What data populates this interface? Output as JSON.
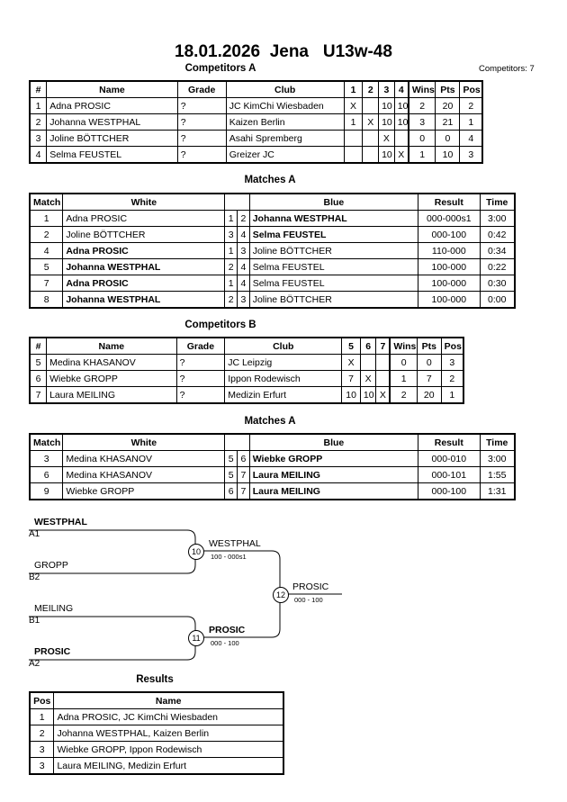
{
  "header": {
    "date": "18.01.2026",
    "city": "Jena",
    "category": "U13w-48",
    "competitors_count": "Competitors: 7"
  },
  "competitors_a": {
    "title": "Competitors A",
    "columns": [
      "#",
      "Name",
      "Grade",
      "Club",
      "1",
      "2",
      "3",
      "4",
      "Wins",
      "Pts",
      "Pos"
    ],
    "rows": [
      [
        "1",
        "Adna PROSIC",
        "?",
        "JC KimChi Wiesbaden",
        "X",
        "",
        "10",
        "10",
        "2",
        "20",
        "2"
      ],
      [
        "2",
        "Johanna WESTPHAL",
        "?",
        "Kaizen Berlin",
        "1",
        "X",
        "10",
        "10",
        "3",
        "21",
        "1"
      ],
      [
        "3",
        "Joline BÖTTCHER",
        "?",
        "Asahi Spremberg",
        "",
        "",
        "X",
        "",
        "0",
        "0",
        "4"
      ],
      [
        "4",
        "Selma FEUSTEL",
        "?",
        "Greizer JC",
        "",
        "",
        "10",
        "X",
        "1",
        "10",
        "3"
      ]
    ]
  },
  "matches_a": {
    "title": "Matches A",
    "columns": [
      "Match",
      "White",
      "",
      "",
      "Blue",
      "Result",
      "Time"
    ],
    "rows": [
      {
        "match": "1",
        "white": "Adna PROSIC",
        "wb": false,
        "w": "1",
        "b": "2",
        "blue": "Johanna WESTPHAL",
        "bb": true,
        "result": "000-000s1",
        "time": "3:00"
      },
      {
        "match": "2",
        "white": "Joline BÖTTCHER",
        "wb": false,
        "w": "3",
        "b": "4",
        "blue": "Selma FEUSTEL",
        "bb": true,
        "result": "000-100",
        "time": "0:42"
      },
      {
        "match": "4",
        "white": "Adna PROSIC",
        "wb": true,
        "w": "1",
        "b": "3",
        "blue": "Joline BÖTTCHER",
        "bb": false,
        "result": "110-000",
        "time": "0:34"
      },
      {
        "match": "5",
        "white": "Johanna WESTPHAL",
        "wb": true,
        "w": "2",
        "b": "4",
        "blue": "Selma FEUSTEL",
        "bb": false,
        "result": "100-000",
        "time": "0:22"
      },
      {
        "match": "7",
        "white": "Adna PROSIC",
        "wb": true,
        "w": "1",
        "b": "4",
        "blue": "Selma FEUSTEL",
        "bb": false,
        "result": "100-000",
        "time": "0:30"
      },
      {
        "match": "8",
        "white": "Johanna WESTPHAL",
        "wb": true,
        "w": "2",
        "b": "3",
        "blue": "Joline BÖTTCHER",
        "bb": false,
        "result": "100-000",
        "time": "0:00"
      }
    ]
  },
  "competitors_b": {
    "title": "Competitors B",
    "columns": [
      "#",
      "Name",
      "Grade",
      "Club",
      "5",
      "6",
      "7",
      "Wins",
      "Pts",
      "Pos"
    ],
    "rows": [
      [
        "5",
        "Medina KHASANOV",
        "?",
        "JC Leipzig",
        "X",
        "",
        "",
        "0",
        "0",
        "3"
      ],
      [
        "6",
        "Wiebke GROPP",
        "?",
        "Ippon Rodewisch",
        "7",
        "X",
        "",
        "1",
        "7",
        "2"
      ],
      [
        "7",
        "Laura MEILING",
        "?",
        "Medizin Erfurt",
        "10",
        "10",
        "X",
        "2",
        "20",
        "1"
      ]
    ]
  },
  "matches_b": {
    "title": "Matches A",
    "rows": [
      {
        "match": "3",
        "white": "Medina KHASANOV",
        "wb": false,
        "w": "5",
        "b": "6",
        "blue": "Wiebke GROPP",
        "bb": true,
        "result": "000-010",
        "time": "3:00"
      },
      {
        "match": "6",
        "white": "Medina KHASANOV",
        "wb": false,
        "w": "5",
        "b": "7",
        "blue": "Laura MEILING",
        "bb": true,
        "result": "000-101",
        "time": "1:55"
      },
      {
        "match": "9",
        "white": "Wiebke GROPP",
        "wb": false,
        "w": "6",
        "b": "7",
        "blue": "Laura MEILING",
        "bb": true,
        "result": "000-100",
        "time": "1:31"
      }
    ]
  },
  "bracket": {
    "e1_name": "WESTPHAL",
    "e1_seed": "A1",
    "e2_name": "GROPP",
    "e2_seed": "B2",
    "e3_name": "MEILING",
    "e3_seed": "B1",
    "e4_name": "PROSIC",
    "e4_seed": "A2",
    "m10": "10",
    "m10_winner": "WESTPHAL",
    "m10_score": "100 - 000s1",
    "m11": "11",
    "m11_winner": "PROSIC",
    "m11_score": "000 - 100",
    "m12": "12",
    "m12_winner": "PROSIC",
    "m12_score": "000 - 100"
  },
  "results": {
    "title": "Results",
    "columns": [
      "Pos",
      "Name"
    ],
    "rows": [
      [
        "1",
        "Adna PROSIC, JC KimChi Wiesbaden"
      ],
      [
        "2",
        "Johanna WESTPHAL, Kaizen Berlin"
      ],
      [
        "3",
        "Wiebke GROPP, Ippon Rodewisch"
      ],
      [
        "3",
        "Laura MEILING, Medizin Erfurt"
      ]
    ]
  }
}
